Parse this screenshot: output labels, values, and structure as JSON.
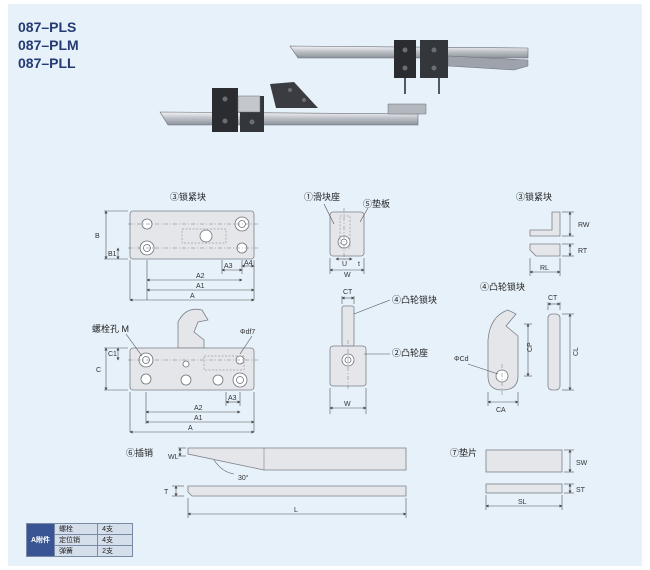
{
  "codes": [
    "087–PLS",
    "087–PLM",
    "087–PLL"
  ],
  "parts": {
    "lock_block_top": "③锁紧块",
    "slider_base": "①滑块座",
    "pad_plate": "⑤垫板",
    "lock_block_right": "③锁紧块",
    "cam_lock": "④凸轮锁块",
    "cam_lock_right": "④凸轮锁块",
    "cam_base": "②凸轮座",
    "bolt_hole": "螺栓孔 M",
    "phi_df7": "Φdf7",
    "phi_cd": "ΦCd",
    "insert_pin": "⑥插销",
    "shim": "⑦垫片",
    "angle": "30°"
  },
  "dims": {
    "B": "B",
    "B1": "B1",
    "A2": "A2",
    "A3": "A3",
    "A4": "A4",
    "A1": "A1",
    "A": "A",
    "U": "U",
    "t": "t",
    "W": "W",
    "RW": "RW",
    "RT": "RT",
    "RL": "RL",
    "CT": "CT",
    "C": "C",
    "C1": "C1",
    "CP": "CP",
    "CL": "CL",
    "CA": "CA",
    "WL": "WL",
    "T": "T",
    "L": "L",
    "SW": "SW",
    "ST": "ST",
    "SL": "SL"
  },
  "accessories": {
    "header": "A附件",
    "rows": [
      {
        "name": "螺栓",
        "qty": "4支"
      },
      {
        "name": "定位销",
        "qty": "4支"
      },
      {
        "name": "弹簧",
        "qty": "2支"
      }
    ]
  }
}
